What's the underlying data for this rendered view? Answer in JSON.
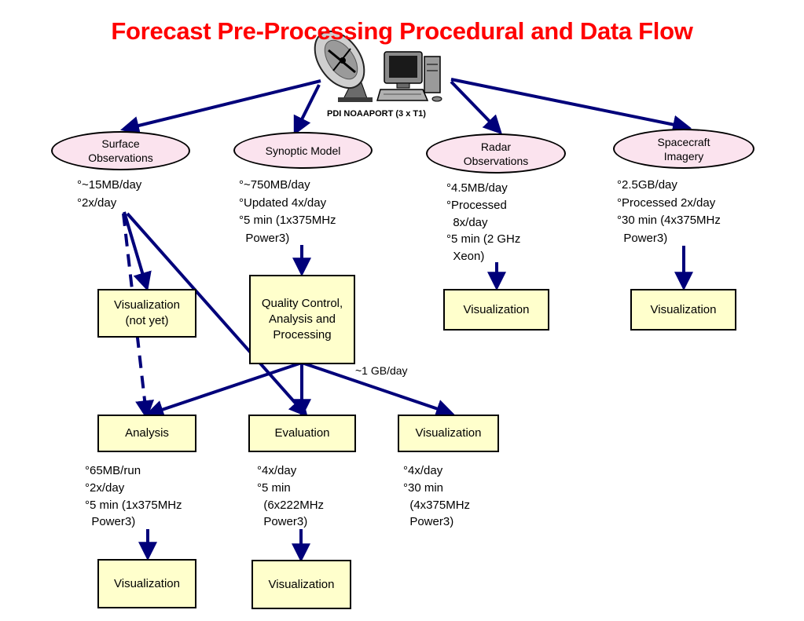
{
  "title": "Forecast Pre-Processing Procedural and Data Flow",
  "source": {
    "label": "PDI NOAAPORT (3 x T1)"
  },
  "streams": [
    {
      "name": "Surface Observations",
      "name_lines": [
        "Surface",
        "Observations"
      ],
      "notes": [
        "°~15MB/day",
        "°2x/day"
      ]
    },
    {
      "name": "Synoptic Model",
      "name_lines": [
        "Synoptic Model"
      ],
      "notes": [
        "°~750MB/day",
        "°Updated 4x/day",
        "°5 min (1x375MHz",
        "  Power3)"
      ]
    },
    {
      "name": "Radar Observations",
      "name_lines": [
        "Radar",
        "Observations"
      ],
      "notes": [
        "°4.5MB/day",
        "°Processed",
        "  8x/day",
        "°5 min (2 GHz",
        "  Xeon)"
      ]
    },
    {
      "name": "Spacecraft Imagery",
      "name_lines": [
        "Spacecraft",
        "Imagery"
      ],
      "notes": [
        "°2.5GB/day",
        "°Processed 2x/day",
        "°30 min (4x375MHz",
        "  Power3)"
      ]
    }
  ],
  "boxes": {
    "vis_notyet": [
      "Visualization",
      "(not yet)"
    ],
    "qc": [
      "Quality Control,",
      "Analysis and",
      "Processing"
    ],
    "vis_radar": [
      "Visualization"
    ],
    "vis_space": [
      "Visualization"
    ],
    "analysis": [
      "Analysis"
    ],
    "evaluation": [
      "Evaluation"
    ],
    "vis_mid": [
      "Visualization"
    ],
    "vis_analysis": [
      "Visualization"
    ],
    "vis_eval": [
      "Visualization"
    ]
  },
  "qc_output_label": "~1 GB/day",
  "outputs": [
    {
      "name": "Analysis",
      "notes": [
        "°65MB/run",
        "°2x/day",
        "°5 min (1x375MHz",
        "  Power3)"
      ]
    },
    {
      "name": "Evaluation",
      "notes": [
        "°4x/day",
        "°5 min",
        "  (6x222MHz",
        "  Power3)"
      ]
    },
    {
      "name": "Visualization",
      "notes": [
        "°4x/day",
        "°30 min",
        "  (4x375MHz",
        "  Power3)"
      ]
    }
  ],
  "icons": [
    "satellite-dish-icon",
    "computer-workstation-icon"
  ],
  "colors": {
    "title": "#ff0000",
    "arrow": "#00007a",
    "ellipse_fill": "#fbe3ee",
    "box_fill": "#ffffcc"
  }
}
